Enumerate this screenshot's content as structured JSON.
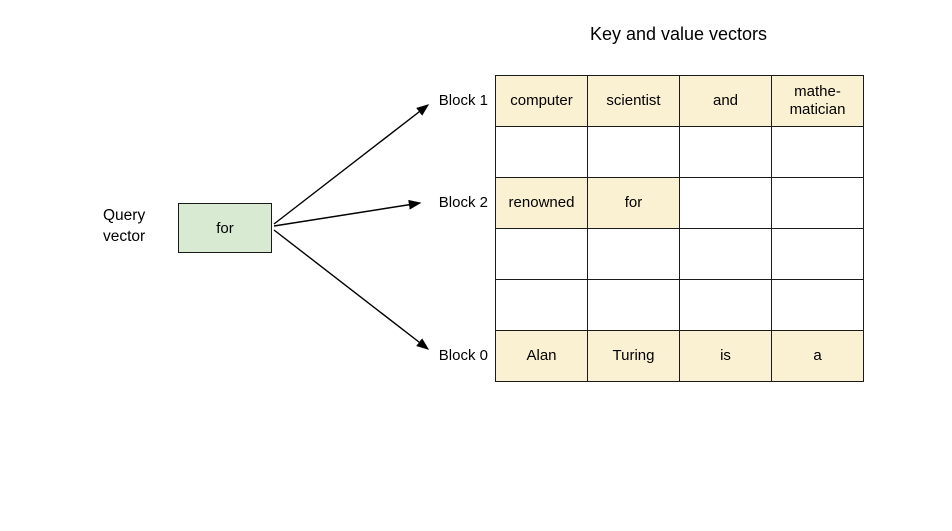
{
  "title": "Key and value vectors",
  "query": {
    "label_line1": "Query",
    "label_line2": "vector",
    "box_label": "for"
  },
  "blocks": [
    {
      "label": "Block 1"
    },
    {
      "label": "Block 2"
    },
    {
      "label": "Block 0"
    }
  ],
  "table": {
    "rows": [
      {
        "cells": [
          "computer",
          "scientist",
          "and",
          "mathe-\nmatician"
        ],
        "highlighted": [
          true,
          true,
          true,
          true
        ]
      },
      {
        "cells": [
          "",
          "",
          "",
          ""
        ],
        "highlighted": [
          false,
          false,
          false,
          false
        ]
      },
      {
        "cells": [
          "renowned",
          "for",
          "",
          ""
        ],
        "highlighted": [
          true,
          true,
          false,
          false
        ]
      },
      {
        "cells": [
          "",
          "",
          "",
          ""
        ],
        "highlighted": [
          false,
          false,
          false,
          false
        ]
      },
      {
        "cells": [
          "",
          "",
          "",
          ""
        ],
        "highlighted": [
          false,
          false,
          false,
          false
        ]
      },
      {
        "cells": [
          "Alan",
          "Turing",
          "is",
          "a"
        ],
        "highlighted": [
          true,
          true,
          true,
          true
        ]
      }
    ]
  },
  "colors": {
    "highlight": "#faf0d2",
    "query_box": "#d9ead3",
    "border": "#1a1a1a",
    "arrow": "#000000"
  }
}
